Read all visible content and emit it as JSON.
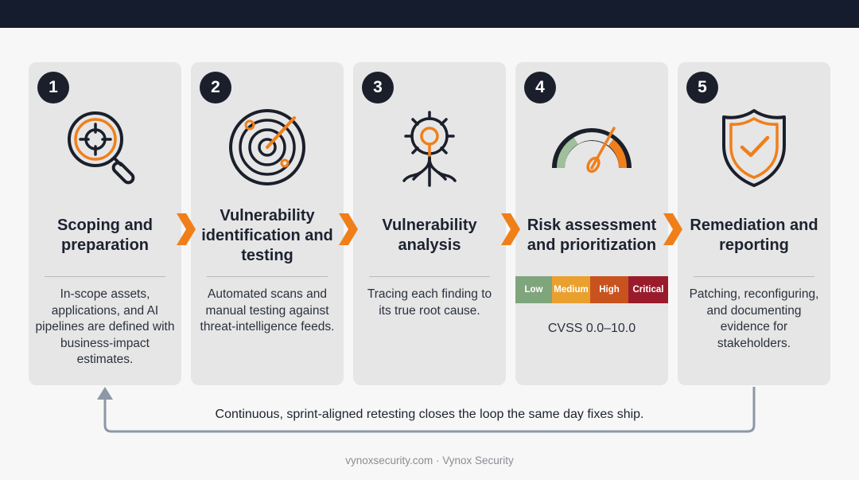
{
  "steps": [
    {
      "number": "1",
      "title": "Scoping and preparation",
      "description": "In-scope assets, applications, and AI pipelines are defined with business-impact estimates.",
      "icon": "magnifier-target-icon"
    },
    {
      "number": "2",
      "title": "Vulnerability identification and testing",
      "description": "Automated scans and manual testing against threat-intelligence feeds.",
      "icon": "radar-icon"
    },
    {
      "number": "3",
      "title": "Vulnerability analysis",
      "description": "Tracing each finding to its true root cause.",
      "icon": "gear-roots-icon"
    },
    {
      "number": "4",
      "title": "Risk assessment and prioritization",
      "description": "CVSS 0.0–10.0",
      "icon": "gauge-icon"
    },
    {
      "number": "5",
      "title": "Remediation and reporting",
      "description": "Patching, reconfiguring, and documenting evidence for stakeholders.",
      "icon": "shield-check-icon"
    }
  ],
  "severity_scale": [
    {
      "label": "Low",
      "color": "#7fa57d"
    },
    {
      "label": "Medium",
      "color": "#e9a02f"
    },
    {
      "label": "High",
      "color": "#c8531f"
    },
    {
      "label": "Critical",
      "color": "#9a1c2c"
    }
  ],
  "loop_text": "Continuous, sprint-aligned retesting closes the loop the same day fixes ship.",
  "footer": "vynoxsecurity.com · Vynox Security",
  "colors": {
    "accent": "#f07f1a",
    "dark": "#1a1f2b",
    "card": "#e6e6e6",
    "topbar": "#141c2d",
    "loop_line": "#8e97a6"
  }
}
